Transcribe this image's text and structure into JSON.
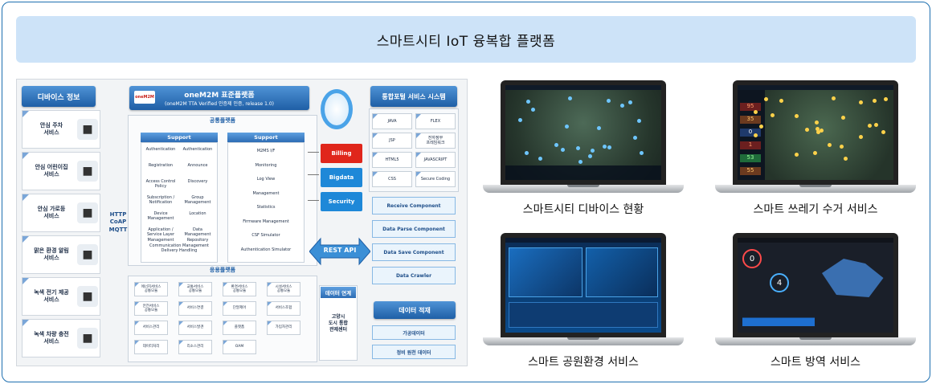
{
  "title": "스마트시티  IoT 융복합 플랫폼",
  "diagram": {
    "device_header": "디바이스 정보",
    "devices": [
      {
        "label": "안심 주차\n서비스",
        "icon": "traffic-light-icon"
      },
      {
        "label": "안심 어린이집\n서비스",
        "icon": "watch-icon"
      },
      {
        "label": "안심 가로등\n서비스",
        "icon": "streetlamp-icon"
      },
      {
        "label": "맑은 환경 알림\n서비스",
        "icon": "sensor-box-icon"
      },
      {
        "label": "녹색 전기 제공\n서비스",
        "icon": "meter-icon"
      },
      {
        "label": "녹색 차량 충전\n서비스",
        "icon": "charger-icon"
      }
    ],
    "protocols": "HTTP\nCoAP\nMQTT",
    "onem2m_logo": "oneM2M",
    "onem2m_title": "oneM2M 표준플랫폼",
    "onem2m_subtitle": "(oneM2M TTA Verified 인증제 인증, release 1.0)",
    "common_platform": "공통플랫폼",
    "support1_header": "Support",
    "support1_items": [
      [
        "Authentication",
        "Authentication"
      ],
      [
        "Registration",
        "Announce"
      ],
      [
        "Access Control\nPolicy",
        "Discovery"
      ],
      [
        "Subscription /\nNotification",
        "Group\nManagement"
      ],
      [
        "Device\nManagement",
        "Location"
      ],
      [
        "Application /\nService Layer\nManagement",
        "Data\nManagement\nRepository"
      ],
      [
        "Communication Management\nDelivery Handling",
        ""
      ]
    ],
    "support2_header": "Support",
    "support2_items": [
      "M2MS I/F",
      "Monitoring",
      "Log View",
      "Management",
      "Statistics",
      "Firmware Management",
      "CSF Simulator",
      "Authentication Simulator"
    ],
    "side_buttons": [
      {
        "label": "Billing",
        "color": "#e0261b"
      },
      {
        "label": "Bigdata",
        "color": "#1e88d8"
      },
      {
        "label": "Security",
        "color": "#1e88d8"
      }
    ],
    "rest_api": "REST API",
    "app_platform": "응용플랫폼",
    "apps": [
      "에너지서비스\n공통모듈",
      "교통서비스\n공통모듈",
      "환경서비스\n공통모듈",
      "시설서비스\n공통모듈",
      "안전서비스\n공통모듈",
      "서비스연결",
      "단말제어",
      "서비스조합",
      "서비스관리",
      "서비스발견",
      "플랫폼",
      "가입자관리",
      "데이터처리",
      "리소스관리",
      "OAM",
      ""
    ],
    "data_link": "데이터 연계",
    "goyang": "고양시\n도시 통합\n관제센터",
    "portal_header": "통합포털 서비스 시스템",
    "techs": [
      "JAVA",
      "FLEX",
      "JSP",
      "전자정부\n프레임워크",
      "HTML5",
      "JAVASCRIPT",
      "CSS",
      "Secure Coding"
    ],
    "components": [
      "Receive Component",
      "Data Parse Component",
      "Data Save Component",
      "Data Crawler"
    ],
    "data_load": "데이터 적재",
    "processed_data": "가공데이터",
    "raw_data": "정비 원천 데이터"
  },
  "screens": [
    {
      "caption": "스마트시티 디바이스 현황"
    },
    {
      "caption": "스마트 쓰레기 수거 서비스"
    },
    {
      "caption": "스마트 공원환경 서비스"
    },
    {
      "caption": "스마트 방역 서비스"
    }
  ],
  "colors": {
    "accent": "#1f5fa6",
    "title_bg": "#cde3f8",
    "border": "#1d6fb0"
  }
}
